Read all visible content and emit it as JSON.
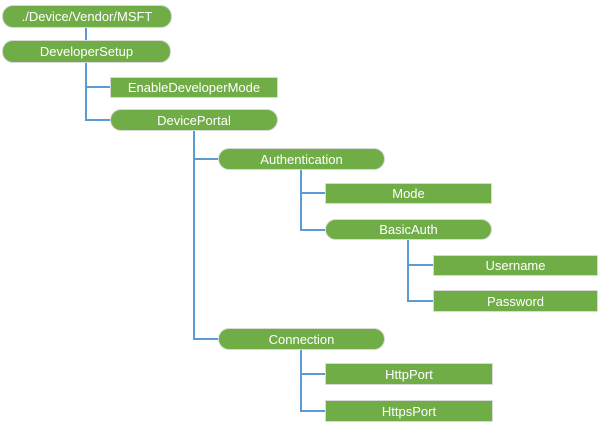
{
  "diagram": {
    "type": "tree",
    "orientation": "vertical-indented"
  },
  "nodes": [
    {
      "label": "./Device/Vendor/MSFT",
      "shape": "rounded",
      "parent": null
    },
    {
      "label": "DeveloperSetup",
      "shape": "rounded",
      "parent": "./Device/Vendor/MSFT"
    },
    {
      "label": "EnableDeveloperMode",
      "shape": "rectangle",
      "parent": "DeveloperSetup"
    },
    {
      "label": "DevicePortal",
      "shape": "rounded",
      "parent": "DeveloperSetup"
    },
    {
      "label": "Authentication",
      "shape": "rounded",
      "parent": "DevicePortal"
    },
    {
      "label": "Mode",
      "shape": "rectangle",
      "parent": "Authentication"
    },
    {
      "label": "BasicAuth",
      "shape": "rounded",
      "parent": "Authentication"
    },
    {
      "label": "Username",
      "shape": "rectangle",
      "parent": "BasicAuth"
    },
    {
      "label": "Password",
      "shape": "rectangle",
      "parent": "BasicAuth"
    },
    {
      "label": "Connection",
      "shape": "rounded",
      "parent": "DevicePortal"
    },
    {
      "label": "HttpPort",
      "shape": "rectangle",
      "parent": "Connection"
    },
    {
      "label": "HttpsPort",
      "shape": "rectangle",
      "parent": "Connection"
    }
  ],
  "colors": {
    "node_fill": "#70AD47",
    "node_text": "#FFFFFF",
    "node_border": "#D9D9D9",
    "connector": "#5B9BD5",
    "background": "#FFFFFF"
  }
}
